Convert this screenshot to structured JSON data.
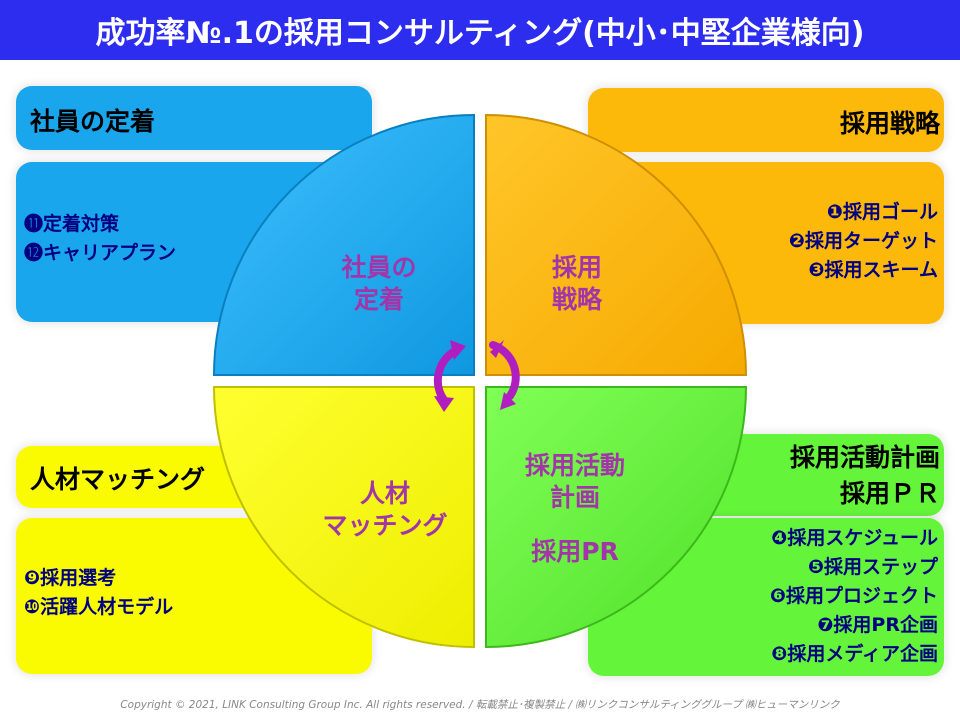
{
  "header": {
    "title": "成功率№.1の採用コンサルティング(中小･中堅企業様向)"
  },
  "panels": {
    "retention": {
      "title": "社員の定着",
      "items": [
        "⓫定着対策",
        "⓬キャリアプラン"
      ]
    },
    "strategy": {
      "title": "採用戦略",
      "items": [
        "❶採用ゴール",
        "❷採用ターゲット",
        "❸採用スキーム"
      ]
    },
    "matching": {
      "title": "人材マッチング",
      "items": [
        "❾採用選考",
        "❿活躍人材モデル"
      ]
    },
    "activity": {
      "title_line1": "採用活動計画",
      "title_line2": "採用ＰＲ",
      "items": [
        "❹採用スケジュール",
        "❺採用ステップ",
        "❻採用プロジェクト",
        "❼採用PR企画",
        "❽採用メディア企画"
      ]
    }
  },
  "quadrants": {
    "retention": {
      "line1": "社員の",
      "line2": "定着"
    },
    "strategy": {
      "line1": "採用",
      "line2": "戦略"
    },
    "matching": {
      "line1": "人材",
      "line2": "マッチング"
    },
    "activity": {
      "line1": "採用活動",
      "line2": "計画",
      "line3": "採用PR"
    }
  },
  "colors": {
    "header": "#2d2df0",
    "blue": "#19a6ec",
    "orange": "#fdb90a",
    "yellow": "#fafa00",
    "green": "#64f53b",
    "arrow": "#b01ec0",
    "label": "#a236a8",
    "list_blue": "#000080"
  },
  "footer": {
    "copyright": "Copyright © 2021, LINK Consulting Group Inc. All rights reserved. / 転載禁止･複製禁止 / ㈱リンクコンサルティンググループ ㈱ヒューマンリンク"
  }
}
